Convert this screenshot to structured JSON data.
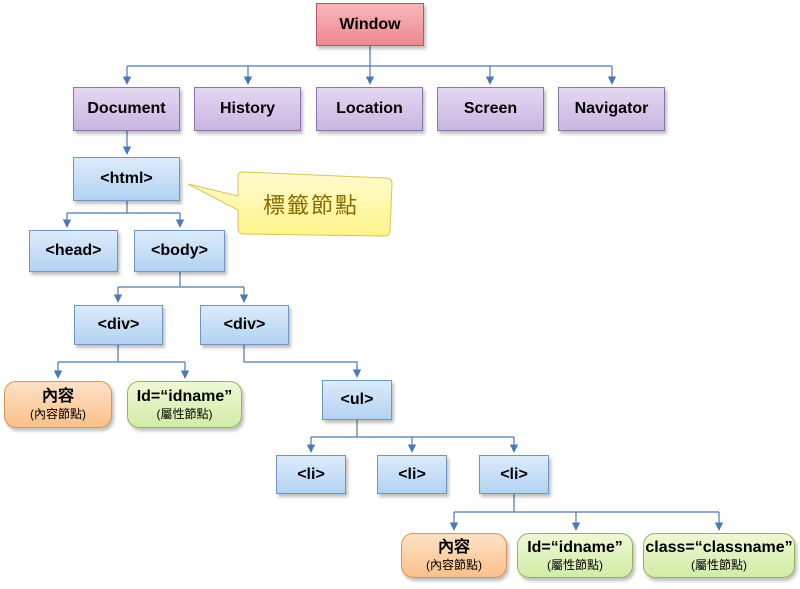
{
  "nodes": {
    "window": "Window",
    "document": "Document",
    "history": "History",
    "location": "Location",
    "screen": "Screen",
    "navigator": "Navigator",
    "html": "<html>",
    "head": "<head>",
    "body": "<body>",
    "div1": "<div>",
    "div2": "<div>",
    "ul": "<ul>",
    "li1": "<li>",
    "li2": "<li>",
    "li3": "<li>"
  },
  "leaves": {
    "content1": {
      "main": "內容",
      "sub": "(內容節點)"
    },
    "attr1": {
      "main": "Id=“idname”",
      "sub": "(屬性節點)"
    },
    "content2": {
      "main": "內容",
      "sub": "(內容節點)"
    },
    "attr2": {
      "main": "Id=“idname”",
      "sub": "(屬性節點)"
    },
    "attr3": {
      "main": "class=“classname”",
      "sub": "(屬性節點)"
    }
  },
  "callout": {
    "text": "標籤節點"
  },
  "colors": {
    "window": "#ee8890",
    "object": "#c9b5e1",
    "element": "#b3d2f2",
    "content": "#fac08a",
    "attribute": "#d2eca6",
    "connector": "#4a7ab5",
    "callout": "#fff9a8"
  }
}
